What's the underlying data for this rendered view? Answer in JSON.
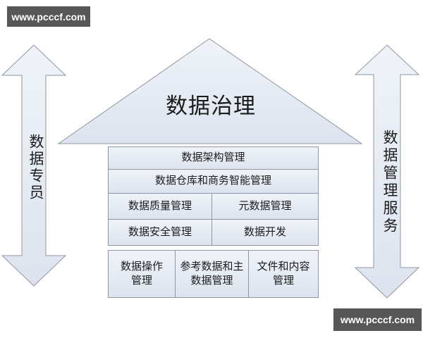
{
  "watermarks": {
    "top_left": "www.pcccf.com",
    "bottom_right": "www.pcccf.com"
  },
  "diagram": {
    "roof_title": "数据治理",
    "left_arrow_label": "数据专员",
    "right_arrow_label": "数据管理服务",
    "rows": [
      {
        "cells": [
          "数据架构管理"
        ]
      },
      {
        "cells": [
          "数据仓库和商务智能管理"
        ]
      },
      {
        "cells": [
          "数据质量管理",
          "元数据管理"
        ]
      },
      {
        "cells": [
          "数据安全管理",
          "数据开发"
        ]
      },
      {
        "cells": [
          "数据操作\n管理",
          "参考数据和主\n数据管理",
          "文件和内容\n管理"
        ]
      }
    ]
  },
  "colors": {
    "fill_top": "#eff3f9",
    "fill_bottom": "#dde4ef",
    "border": "#8f97a3",
    "text": "#1c1c1c",
    "watermark_bg": "#575757",
    "watermark_text": "#ffffff"
  }
}
